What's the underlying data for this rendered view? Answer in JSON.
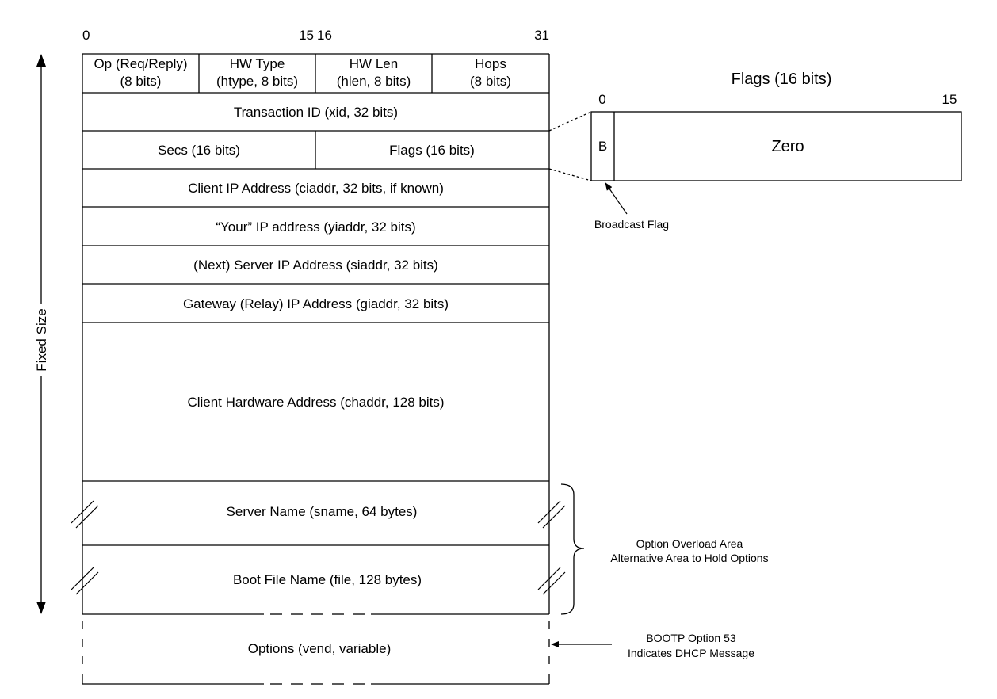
{
  "bit_ruler": {
    "start": "0",
    "mid_left": "15",
    "mid_right": "16",
    "end": "31"
  },
  "row1": [
    {
      "line1": "Op (Req/Reply)",
      "line2": "(8 bits)"
    },
    {
      "line1": "HW Type",
      "line2": "(htype, 8 bits)"
    },
    {
      "line1": "HW Len",
      "line2": "(hlen, 8 bits)"
    },
    {
      "line1": "Hops",
      "line2": "(8 bits)"
    }
  ],
  "transaction_id": "Transaction ID (xid, 32 bits)",
  "secs": "Secs (16 bits)",
  "flags_field": "Flags (16 bits)",
  "ciaddr": "Client IP Address (ciaddr, 32 bits, if known)",
  "yiaddr": "“Your” IP address (yiaddr, 32 bits)",
  "siaddr": "(Next) Server IP Address (siaddr, 32 bits)",
  "giaddr": "Gateway (Relay) IP Address (giaddr, 32 bits)",
  "chaddr": "Client Hardware Address (chaddr, 128 bits)",
  "sname": "Server Name (sname, 64 bytes)",
  "file": "Boot File Name (file, 128 bytes)",
  "options": "Options (vend, variable)",
  "fixed_size_label": "Fixed Size",
  "flags_detail": {
    "title": "Flags (16 bits)",
    "bit_start": "0",
    "bit_end": "15",
    "b_label": "B",
    "zero_label": "Zero",
    "broadcast_label": "Broadcast Flag"
  },
  "overload_note": {
    "line1": "Option Overload Area",
    "line2": "Alternative Area to Hold Options"
  },
  "bootp_note": {
    "line1": "BOOTP Option 53",
    "line2": "Indicates DHCP Message"
  }
}
